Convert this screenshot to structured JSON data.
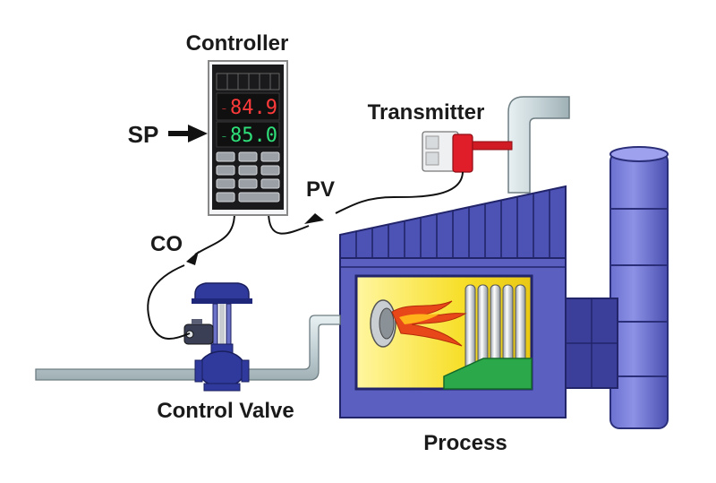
{
  "labels": {
    "controller": "Controller",
    "transmitter": "Transmitter",
    "sp": "SP",
    "pv": "PV",
    "co": "CO",
    "control_valve": "Control Valve",
    "process": "Process"
  },
  "controller_display": {
    "process_value": "84.9",
    "setpoint_value": "85.0"
  },
  "colors": {
    "process_body": "#5a5fc0",
    "process_dark": "#3b3f99",
    "pipe": "#c8d8dc",
    "flame": "#e8471a",
    "led_red": "#ff3a3a",
    "led_green": "#2fe07a"
  }
}
